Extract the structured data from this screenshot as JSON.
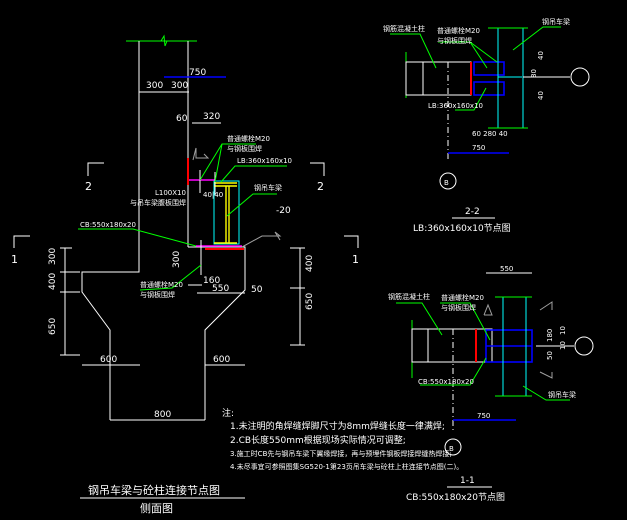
{
  "side_view": {
    "dims": {
      "d750": "750",
      "d300a": "300",
      "d300b": "300",
      "d60": "60",
      "d320": "320",
      "d300v": "300",
      "d400a": "400",
      "d650a": "650",
      "d400b": "400",
      "d650b": "650",
      "d600a": "600",
      "d600b": "600",
      "d800": "800",
      "d160": "160",
      "d550": "550",
      "d50": "50",
      "d4040": "40|40"
    },
    "labels": {
      "bolt_top_1": "普通螺栓M20",
      "bolt_top_2": "与钢板围焊",
      "lb": "LB:360x160x10",
      "angle_1": "L100X10",
      "angle_2": "与吊车梁腹板围焊",
      "crane_beam": "钢吊车梁",
      "plate": "-20",
      "cb": "CB:550x180x20",
      "bolt_bot_1": "普通螺栓M20",
      "bolt_bot_2": "与钢板围焊"
    },
    "section_marks": {
      "s2l": "2",
      "s2r": "2",
      "s1l": "1",
      "s1r": "1"
    },
    "title": "钢吊车梁与砼柱连接节点图",
    "subtitle": "侧面图"
  },
  "notes": {
    "heading": "注:",
    "items": [
      "1.未注明的角焊缝焊脚尺寸为8mm焊缝长度一律满焊;",
      "2.CB长度550mm根据现场实际情况可调整;",
      "3.施工时CB先与钢吊车梁下翼缘焊接，再与预埋件钢板焊接焊缝热焊接;",
      "4.未尽事宜可参照图集SG520-1第23页吊车梁与砼柱上柱连接节点图(二)。"
    ]
  },
  "section_22": {
    "labels": {
      "column": "钢筋混凝土柱",
      "bolt_1": "普通螺栓M20",
      "bolt_2": "与钢板围焊",
      "beam": "钢吊车梁",
      "lb": "LB:360x160x10"
    },
    "dims": {
      "d60_280_40": "60 280 40",
      "d750": "750",
      "d40a": "40",
      "d80": "80",
      "d40b": "40"
    },
    "axis": "B",
    "title": "2-2",
    "caption": "LB:360x160x10节点图"
  },
  "section_11": {
    "labels": {
      "column": "钢筋混凝土柱",
      "bolt_1": "普通螺栓M20",
      "bolt_2": "与钢板围焊",
      "cb": "CB:550x180x20",
      "beam": "钢吊车梁"
    },
    "dims": {
      "d550": "550",
      "d750": "750",
      "d180": "180",
      "d10a": "10",
      "d10b": "10",
      "d50": "50"
    },
    "axis": "B",
    "title": "1-1",
    "caption": "CB:550x180x20节点图"
  },
  "colors": {
    "background": "#000000",
    "lines": "#ffffff",
    "leaders": "#00ff00",
    "dimension_highlight": "#0000ff",
    "beam": "#ffff00",
    "stiffener": "#00ffff",
    "plate": "#ff00ff",
    "weld_plate": "#ff0000"
  }
}
